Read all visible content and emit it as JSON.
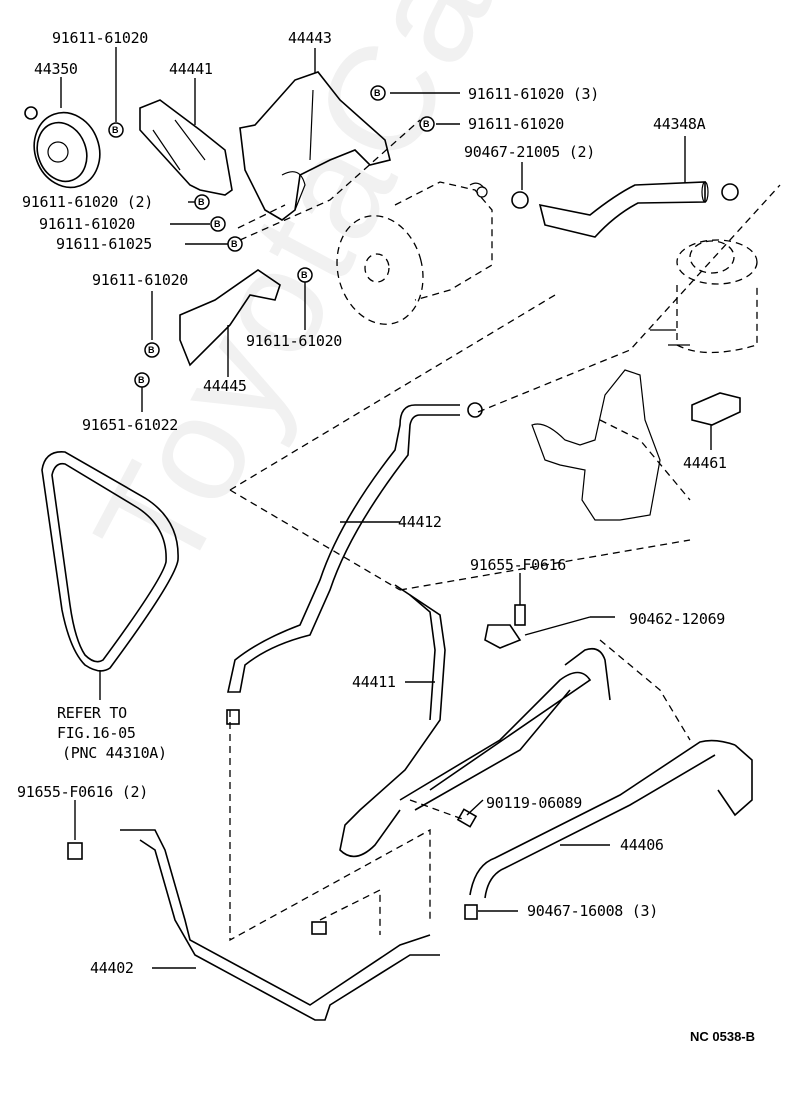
{
  "watermark": "ToyotaCarMine.ru",
  "figure_code": "NC 0538-B",
  "bolt_symbol": "B",
  "labels": {
    "p91611_61020_top": "91611-61020",
    "p44350": "44350",
    "p44441": "44441",
    "p44443": "44443",
    "p91611_61020_3": "91611-61020 (3)",
    "p91611_61020_r2": "91611-61020",
    "p90467_21005": "90467-21005 (2)",
    "p44348a": "44348A",
    "p91611_61020_2": "91611-61020 (2)",
    "p91611_61020_l2": "91611-61020",
    "p91611_61025": "91611-61025",
    "p91611_61020_l3": "91611-61020",
    "p91611_61020_m": "91611-61020",
    "p44445": "44445",
    "p91651_61022": "91651-61022",
    "p44461": "44461",
    "p44412": "44412",
    "p91655_f0616": "91655-F0616",
    "p90462_12069": "90462-12069",
    "p44411": "44411",
    "refer_line1": "REFER TO",
    "refer_line2": "FIG.16-05",
    "refer_line3": "(PNC 44310A)",
    "p91655_f0616_2": "91655-F0616 (2)",
    "p90119_06089": "90119-06089",
    "p44406": "44406",
    "p90467_16008": "90467-16008 (3)",
    "p44402": "44402"
  },
  "parts": [
    {
      "pnc": "44350",
      "name": "pulley"
    },
    {
      "pnc": "44441",
      "name": "bracket"
    },
    {
      "pnc": "44443",
      "name": "pump-bracket"
    },
    {
      "pnc": "44348A",
      "name": "reservoir-hose"
    },
    {
      "pnc": "44445",
      "name": "stay"
    },
    {
      "pnc": "44461",
      "name": "cushion"
    },
    {
      "pnc": "44412",
      "name": "return-hose"
    },
    {
      "pnc": "44411",
      "name": "pressure-hose"
    },
    {
      "pnc": "44406",
      "name": "return-tube"
    },
    {
      "pnc": "44402",
      "name": "cooler-tube"
    }
  ]
}
